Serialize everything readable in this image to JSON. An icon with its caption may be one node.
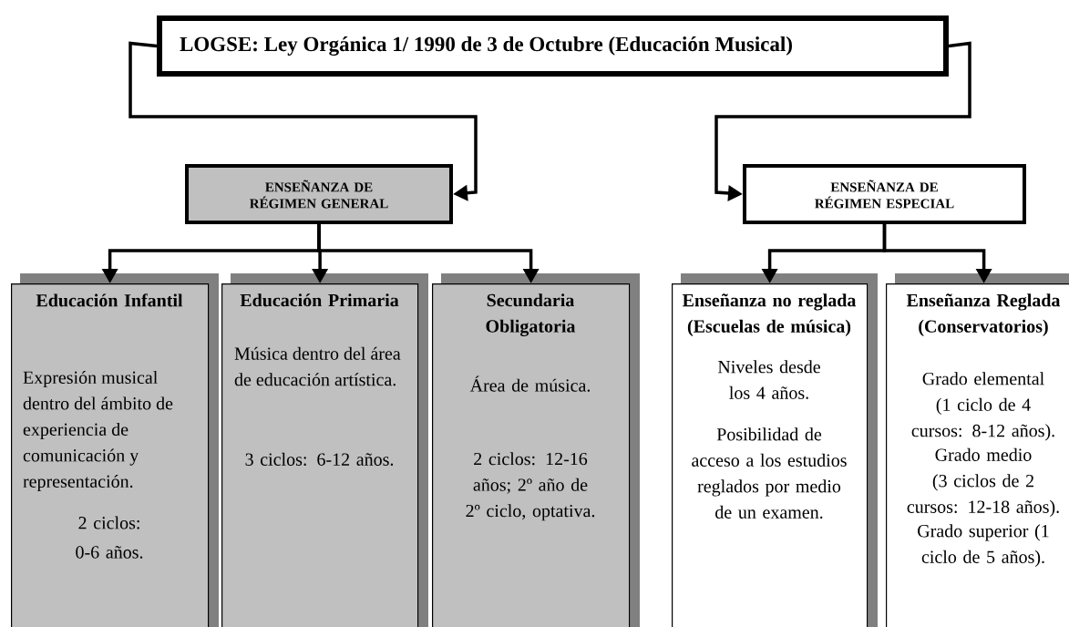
{
  "diagram": {
    "nodes": [
      {
        "text": [
          "LOGSE: Ley Orgánica 1/ 1990 de 3 de Octubre (Educación Musical)"
        ]
      },
      {
        "text": [
          "ENSEÑANZA DE RÉGIMEN GENERAL"
        ]
      },
      {
        "text": [
          "ENSEÑANZA DE RÉGIMEN ESPECIAL"
        ]
      },
      {
        "text": [
          "Educación Infantil",
          "Expresión musical dentro del ámbito de experiencia de comunicación y representación.",
          "2 ciclos:",
          "0-6 años."
        ]
      },
      {
        "text": [
          "Educación Primaria",
          "Música dentro del área de educación artística.",
          "3 ciclos: 6-12 años."
        ]
      },
      {
        "text": [
          "Secundaria Obligatoria",
          "Área de música.",
          "2 ciclos: 12-16 años; 2º año de 2º ciclo, optativa."
        ]
      },
      {
        "text": [
          "Enseñanza no reglada (Escuelas de música)",
          "Niveles desde los 4 años.",
          "Posibilidad de acceso a los estudios reglados por medio de un examen."
        ]
      },
      {
        "text": [
          "Enseñanza Reglada (Conservatorios)",
          "Grado elemental (1 ciclo de 4 cursos: 8-12 años).",
          "Grado medio (3 ciclos de 2 cursos: 12-18 años).",
          "Grado superior (1 ciclo de 5 años)."
        ]
      }
    ],
    "edges": [
      {
        "from": 0,
        "to": 1,
        "arrow": "to"
      },
      {
        "from": 0,
        "to": 2,
        "arrow": "to"
      },
      {
        "from": 1,
        "to": 3,
        "arrow": "to"
      },
      {
        "from": 1,
        "to": 4,
        "arrow": "to"
      },
      {
        "from": 1,
        "to": 5,
        "arrow": "to"
      },
      {
        "from": 2,
        "to": 6,
        "arrow": "to"
      },
      {
        "from": 2,
        "to": 7,
        "arrow": "to"
      }
    ]
  }
}
